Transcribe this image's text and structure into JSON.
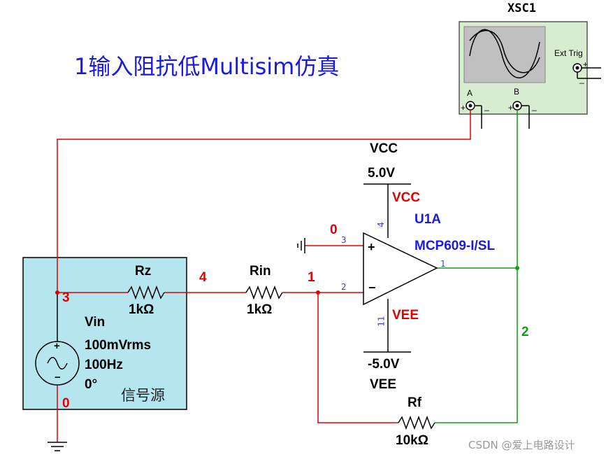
{
  "title": "1输入阻抗低Multisim仿真",
  "scope": {
    "name": "XSC1",
    "ch_a": "A",
    "ch_b": "B",
    "ext_trig": "Ext Trig",
    "plus": "+",
    "minus": "_"
  },
  "vcc": {
    "name": "VCC",
    "value": "5.0V",
    "pin_label": "VCC"
  },
  "vee": {
    "name": "VEE",
    "value": "-5.0V",
    "pin_label": "VEE"
  },
  "opamp": {
    "ref": "U1A",
    "model": "MCP609-I/SL",
    "pin_vcc": "4",
    "pin_vee": "11",
    "pin_in_plus": "3",
    "pin_in_minus": "2",
    "pin_out": "1",
    "plus_sign": "+",
    "minus_sign": "−"
  },
  "nodes": {
    "n0_top": "0",
    "n4": "4",
    "n1": "1",
    "n3": "3",
    "n2": "2",
    "n0_bottom": "0"
  },
  "rz": {
    "name": "Rz",
    "value": "1kΩ"
  },
  "rin": {
    "name": "Rin",
    "value": "1kΩ"
  },
  "rf": {
    "name": "Rf",
    "value": "10kΩ"
  },
  "source": {
    "name": "Vin",
    "amplitude": "100mVrms",
    "frequency": "100Hz",
    "phase": "0°",
    "block_label": "信号源"
  },
  "watermark": "CSDN @爱上电路设计",
  "colors": {
    "wire_red": "#e00000",
    "wire_green": "#10a010",
    "title_blue": "#1a1ae0",
    "source_box": "#b5e6f0",
    "scope_box": "#d8ecd0"
  }
}
